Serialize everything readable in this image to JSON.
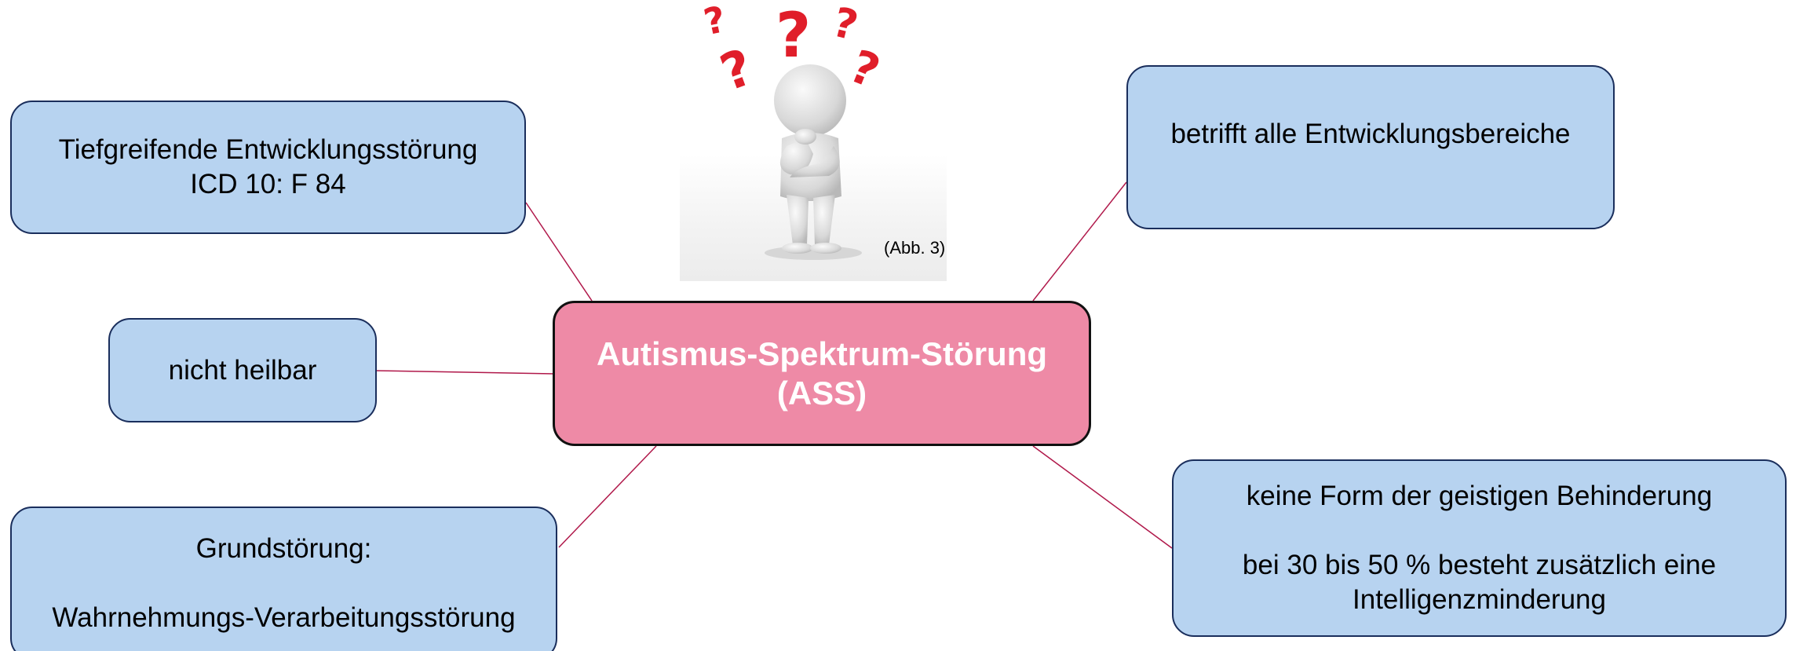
{
  "center": {
    "lines": [
      "Autismus-Spektrum-Störung",
      "(ASS)"
    ],
    "color": "#ee8aa6"
  },
  "nodes": {
    "icd": {
      "lines": [
        "Tiefgreifende Entwicklungsstörung",
        "ICD 10: F 84"
      ]
    },
    "heilbar": {
      "lines": [
        "nicht heilbar"
      ]
    },
    "grund": {
      "lines": [
        "Grundstörung:",
        "Wahrnehmungs-Verarbeitungsstörung"
      ]
    },
    "bereiche": {
      "lines": [
        "betrifft alle Entwicklungsbereiche"
      ]
    },
    "behinderung": {
      "lines": [
        "keine Form der geistigen Behinderung",
        "bei 30 bis 50 % besteht zusätzlich eine",
        "Intelligenzminderung"
      ]
    }
  },
  "figure": {
    "icon": "thinking-person-with-question-marks-icon",
    "caption": "(Abb. 3)"
  },
  "colors": {
    "node_fill": "#b7d3f0",
    "node_border": "#1a2e5c",
    "connector": "#b0184a",
    "question_marks": "#e01e2a"
  }
}
